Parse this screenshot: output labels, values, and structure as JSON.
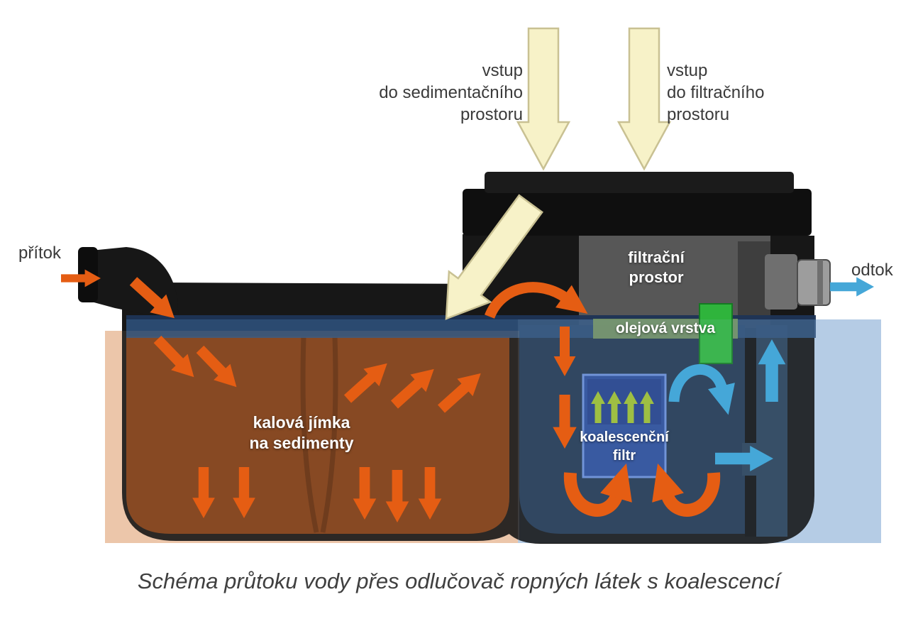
{
  "caption": "Schéma průtoku vody přes odlučovač ropných látek s koalescencí",
  "labels": {
    "inlet_sedimentation": [
      "vstup",
      "do sedimentačního",
      "prostoru"
    ],
    "inlet_filtration": [
      "vstup",
      "do filtračního",
      "prostoru"
    ],
    "inflow": "přítok",
    "outflow": "odtok",
    "filtration_space": [
      "filtrační",
      "prostor"
    ],
    "oil_layer": "olejová vrstva",
    "sludge_pit": [
      "kalová jímka",
      "na sedimenty"
    ],
    "coalescence_filter": [
      "koalescenční",
      "filtr"
    ]
  },
  "colors": {
    "arrow_inlet_yellow": "#f7f2c8",
    "arrow_flow_orange": "#e55d13",
    "arrow_water_blue": "#45a7d8",
    "arrow_filter_green": "#9fc02e",
    "tank_black": "#171717",
    "sediment_brown": "#7c3c15",
    "water_surface_blue": "#2e4f78",
    "chamber_navy": "#233750",
    "filter_box_blue": "#2c4d99",
    "oil_block_green": "#2fb43c",
    "wash_salmon": "#ecc7ab",
    "wash_lightblue": "#b9cfe6"
  }
}
